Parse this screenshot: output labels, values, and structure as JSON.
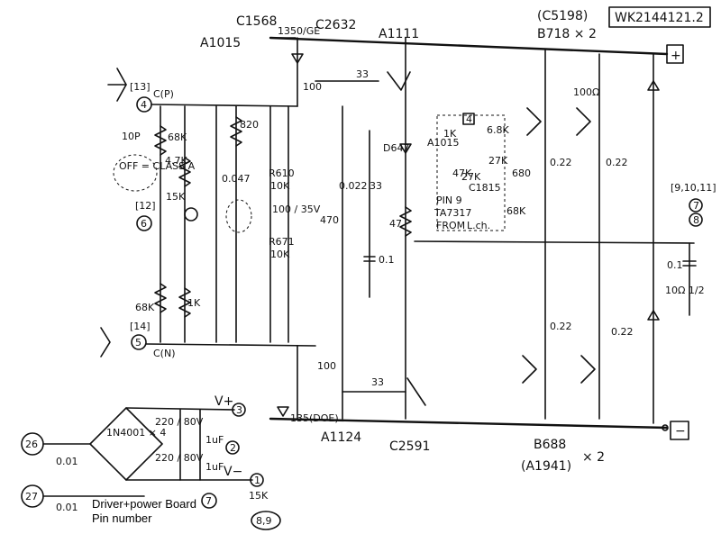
{
  "header": {
    "c1568": "C1568",
    "a1015": "A1015",
    "c2632": "C2632",
    "a1111": "A1111",
    "c5198": "(C5198)",
    "b718": "B718 × 2",
    "model": "WK2144121.2",
    "bias_425": "1350/GE"
  },
  "pins": {
    "p13": "[13]",
    "p4": "4",
    "cp": "C(P)",
    "p12": "[12]",
    "p6": "6",
    "p14": "[14]",
    "p5": "5",
    "cn": "C(N)",
    "p26": "26",
    "p27": "27",
    "p3": "3",
    "p2": "2",
    "p1": "1",
    "p7": "7",
    "p89": "8,9",
    "p7b": "7",
    "p8": "8",
    "p91011": "[9,10,11]",
    "plus": "+",
    "minus": "−",
    "p4b": "4"
  },
  "components": {
    "r68k_top": "68K",
    "c10p": "10P",
    "r47k": "4.7K",
    "r15k": "15K",
    "r820": "820",
    "c0047": "0.047",
    "r610": "R610",
    "r10k_a": "10K",
    "c100_35v": "100 / 35V",
    "r671": "R671",
    "r10k_b": "10K",
    "r68k_low": "68K",
    "r1k_low": "1K",
    "r100_top": "100",
    "r33_top": "33",
    "c0022": "0.022",
    "r33_mid": "33",
    "r470": "470",
    "r47": "47",
    "c01": "0.1",
    "d647": "D647",
    "a1015b": "A1015",
    "r1k_b": "1K",
    "r47k_b": "47K",
    "r68k_c": "6.8K",
    "r27k_a": "27K",
    "r27k_b": "27K",
    "c1815": "C1815",
    "r680": "680",
    "r68k_d": "68K",
    "pin9": "PIN 9",
    "ta7317": "TA7317",
    "from": "FROM",
    "lch": "L.ch.",
    "r100_ohm": "100Ω",
    "r022_a": "0.22",
    "r022_b": "0.22",
    "r022_c": "0.22",
    "r022_d": "0.22",
    "c01_b": "0.1",
    "r10ohm": "10Ω 1/2",
    "r100_bot": "100",
    "bias_bot": "135(DOE)",
    "r33_bot": "33",
    "a1124": "A1124",
    "c2591": "C2591",
    "b688": "B688",
    "a1941": "(A1941)",
    "x2": "× 2",
    "off_class_a": "OFF = CLASS A",
    "vplus": "V+",
    "vminus": "V−",
    "c220_80v": "220 / 80V",
    "c200_80v": "220 / 80V",
    "c1uf_a": "1uF",
    "c1uf_b": "1uF",
    "bridge": "1N4001 × 4",
    "c001_a": "0.01",
    "c001_b": "0.01",
    "r15k_b": "15K"
  },
  "legend": {
    "line1": "Driver+power Board",
    "line2": "Pin number"
  }
}
